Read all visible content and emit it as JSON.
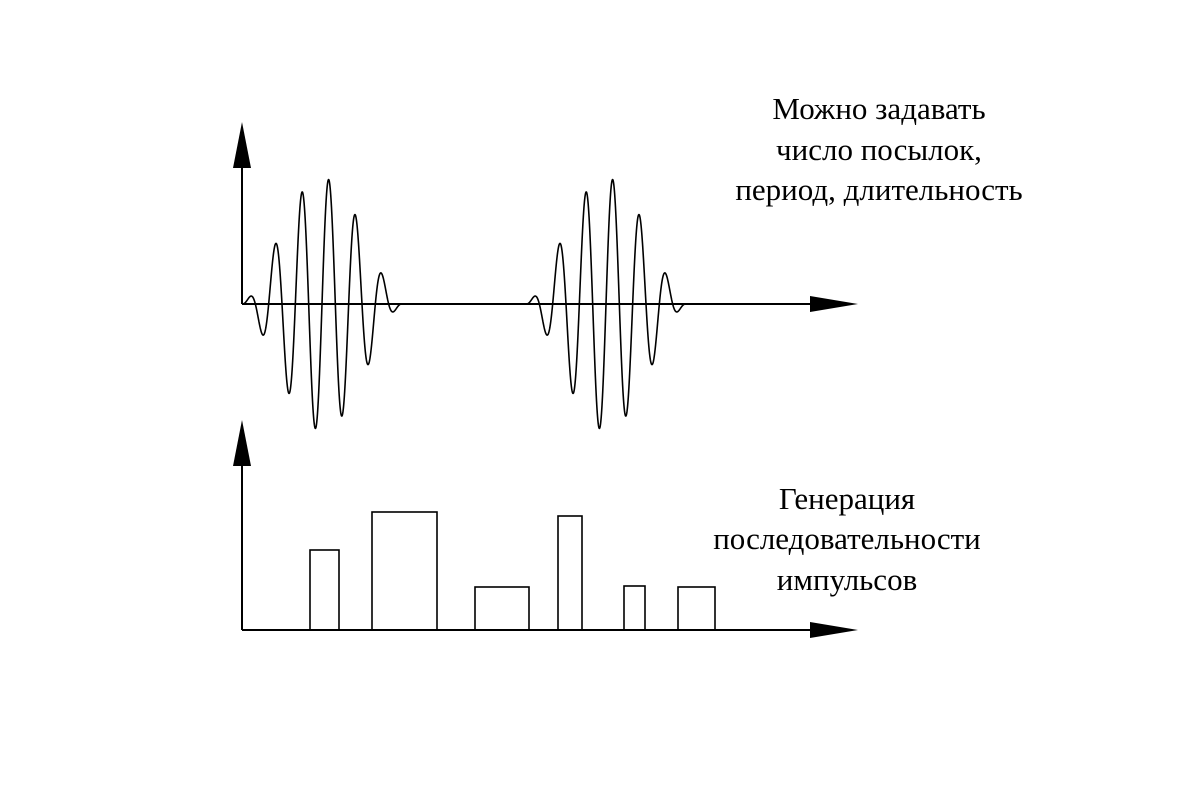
{
  "diagram": {
    "burst_panel": {
      "caption_lines": [
        "Можно задавать",
        "число посылок,",
        "период, длительность"
      ],
      "burst_count": 2,
      "cycles_per_burst": 6
    },
    "pulse_panel": {
      "caption_lines": [
        "Генерация",
        "последовательности",
        "импульсов"
      ],
      "pulse_count": 6
    },
    "colors": {
      "stroke": "#000000",
      "background": "#ffffff"
    }
  }
}
